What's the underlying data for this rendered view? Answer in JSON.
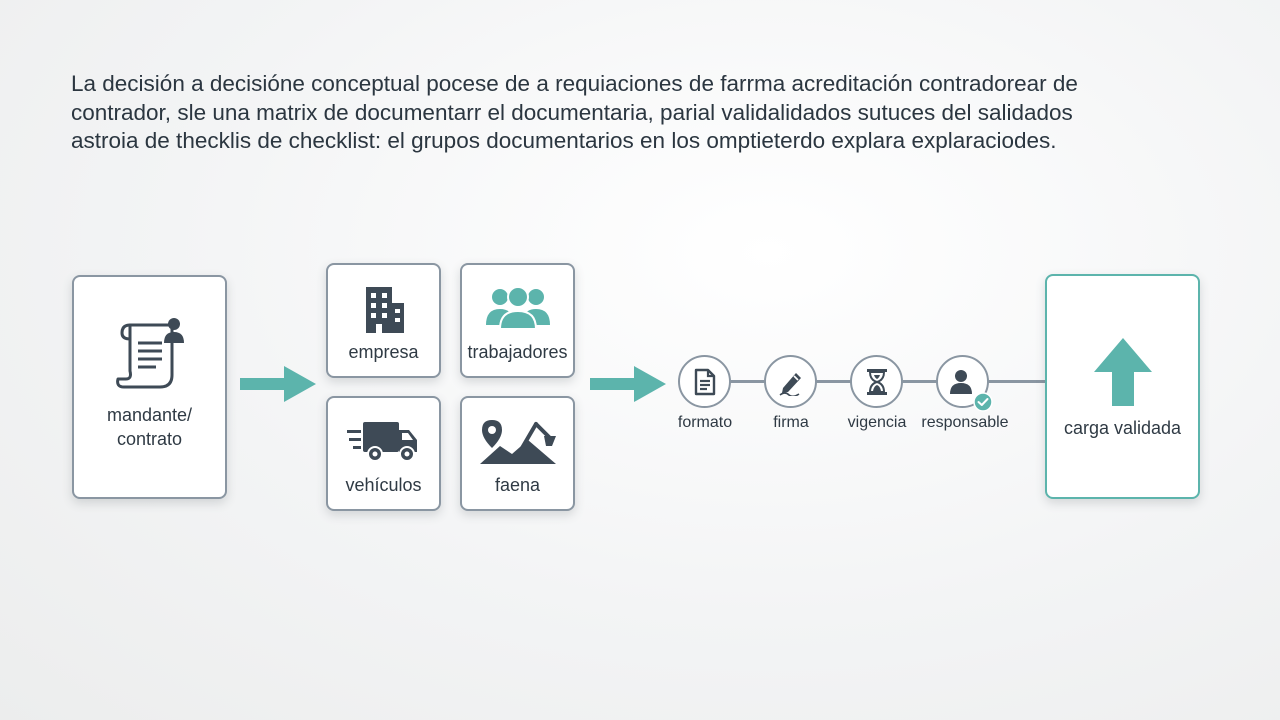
{
  "intro": {
    "lines": [
      "La decisión a decisióne conceptual pocese de a requiaciones de farrma acreditación contradorear de",
      "contrador, sle una matrix de documentarr el documentaria, parial validalidados sutuces del  salidados",
      "astroia de thecklis de checklist: el grupos documentarios en los omptieterdo explara explaraciodes."
    ]
  },
  "source": {
    "label_line1": "mandante/",
    "label_line2": "contrato",
    "icon": "contract-user-icon"
  },
  "groups": [
    {
      "label": "empresa",
      "icon": "building-icon"
    },
    {
      "label": "trabajadores",
      "icon": "people-icon"
    },
    {
      "label": "vehículos",
      "icon": "truck-icon"
    },
    {
      "label": "faena",
      "icon": "worksite-icon"
    }
  ],
  "checks": [
    {
      "label": "formato",
      "icon": "document-icon"
    },
    {
      "label": "firma",
      "icon": "pen-icon"
    },
    {
      "label": "vigencia",
      "icon": "hourglass-icon"
    },
    {
      "label": "responsable",
      "icon": "user-check-icon"
    }
  ],
  "result": {
    "label": "carga validada",
    "icon": "up-arrow-icon"
  },
  "colors": {
    "accent": "#5cb4ac",
    "border": "#8a96a2",
    "icon_dark": "#3e4a56",
    "text": "#2f3a44"
  }
}
